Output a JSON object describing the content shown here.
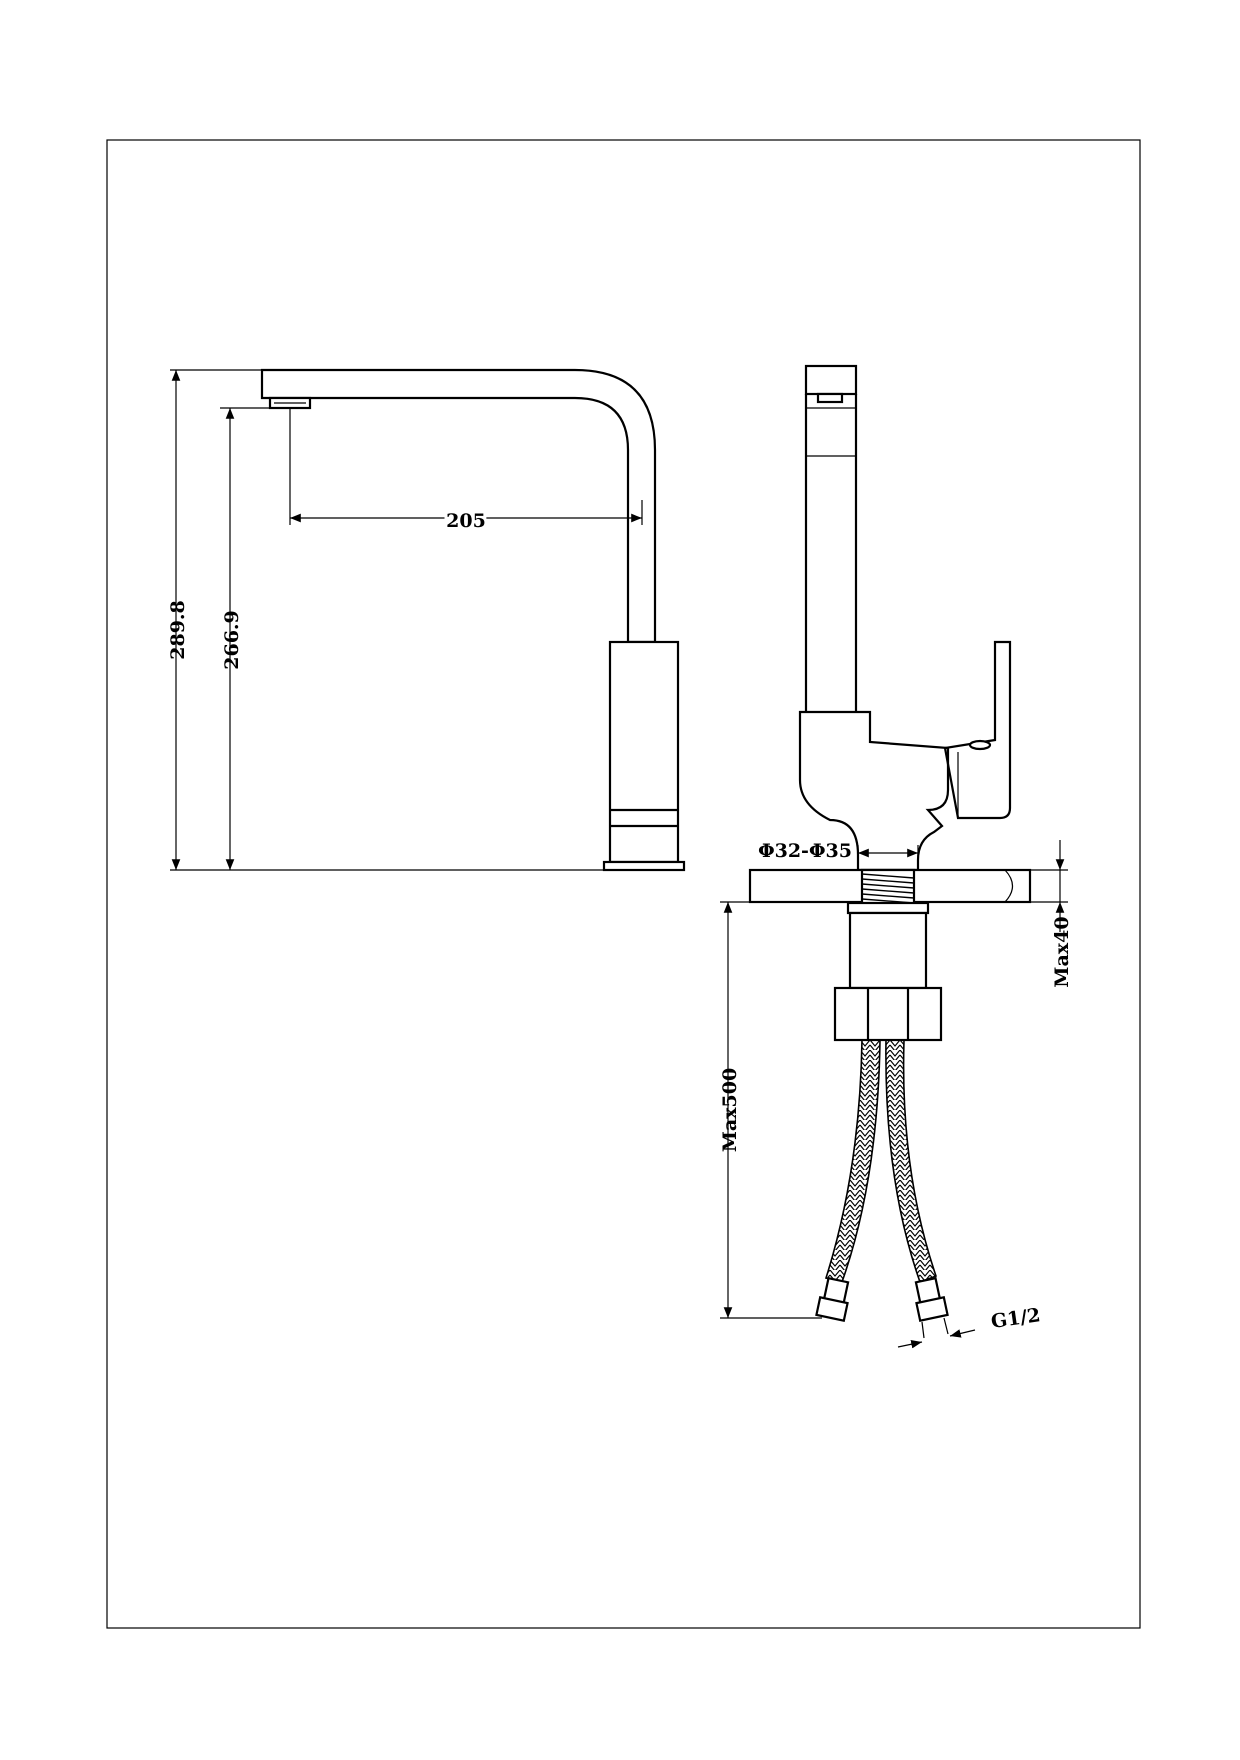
{
  "dimensions": {
    "overall_height": "289.8",
    "outlet_height": "266.9",
    "reach": "205",
    "mount_hole": "Φ32-Φ35",
    "max_deck_thickness": "Max40",
    "max_hose_length": "Max500",
    "hose_thread": "G1/2"
  }
}
